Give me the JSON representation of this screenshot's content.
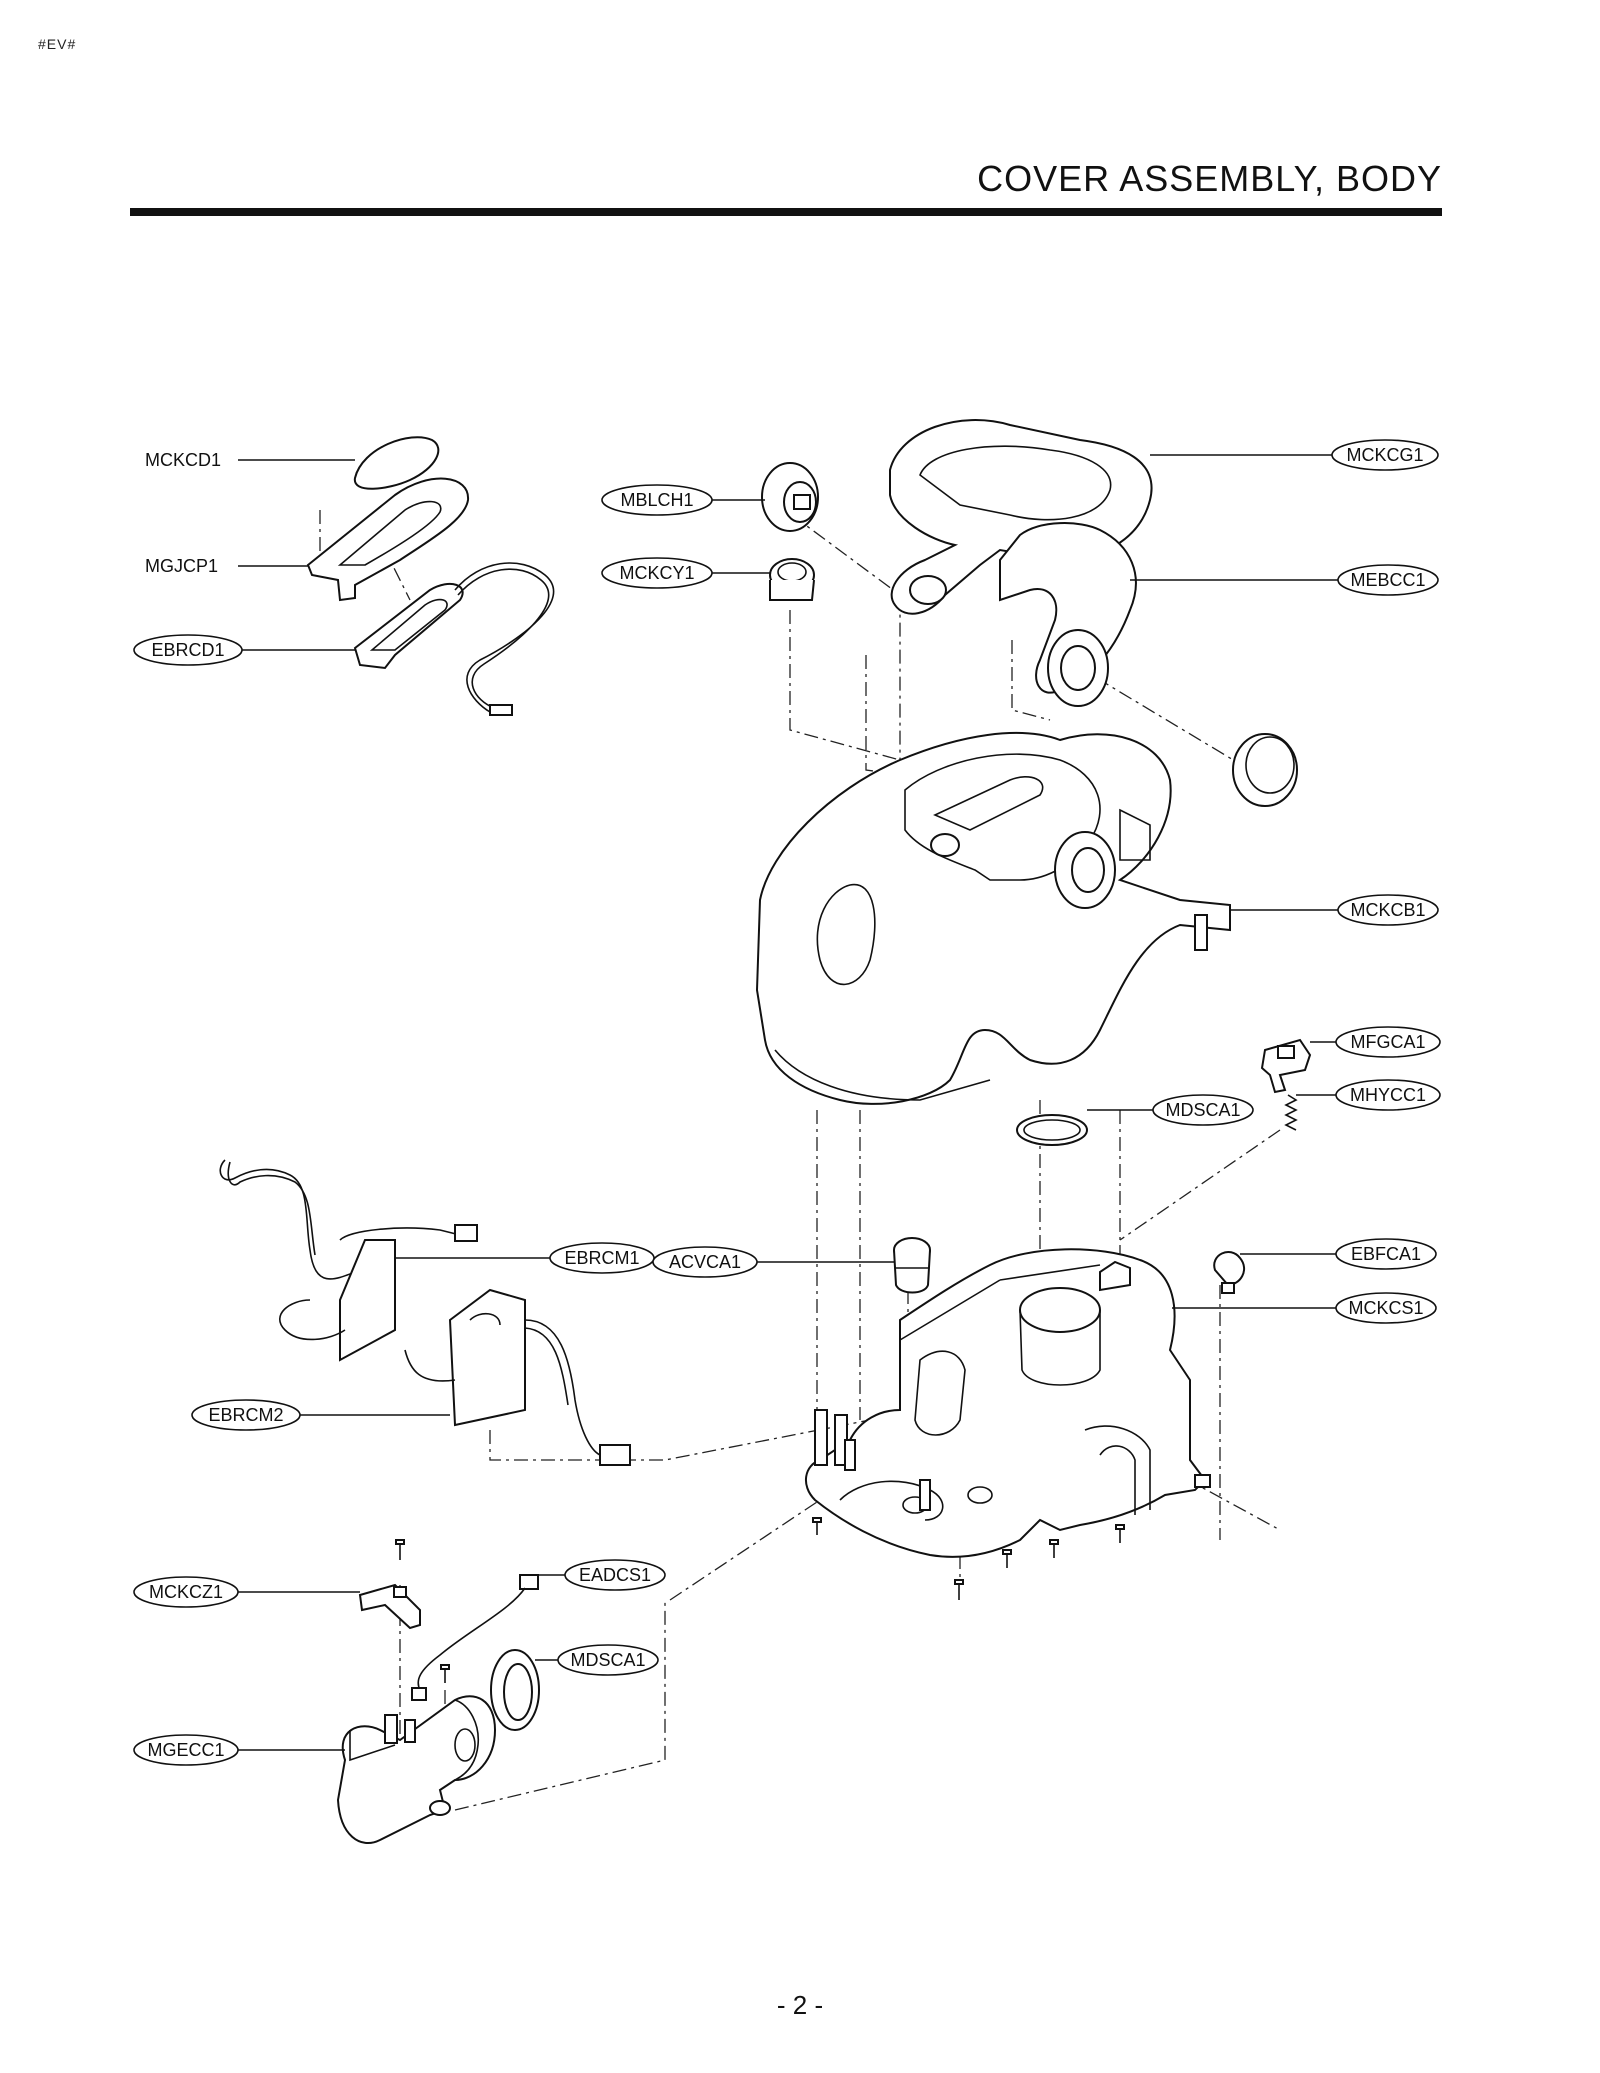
{
  "header": {
    "tag": "#EV#",
    "title": "COVER ASSEMBLY, BODY"
  },
  "footer": {
    "page_number": "- 2 -"
  },
  "callouts": {
    "mckcd1": "MCKCD1",
    "mgjcp1": "MGJCP1",
    "ebrcd1": "EBRCD1",
    "mblch1": "MBLCH1",
    "mckcy1": "MCKCY1",
    "mckcg1": "MCKCG1",
    "mebcc1": "MEBCC1",
    "mckcb1": "MCKCB1",
    "mfgca1": "MFGCA1",
    "mhycc1": "MHYCC1",
    "mdsca1_upper": "MDSCA1",
    "ebrcm1": "EBRCM1",
    "acvca1": "ACVCA1",
    "ebfca1": "EBFCA1",
    "mckcs1": "MCKCS1",
    "ebrcm2": "EBRCM2",
    "eadcs1": "EADCS1",
    "mckcz1": "MCKCZ1",
    "mdsca1_lower": "MDSCA1",
    "mgecc1": "MGECC1"
  }
}
